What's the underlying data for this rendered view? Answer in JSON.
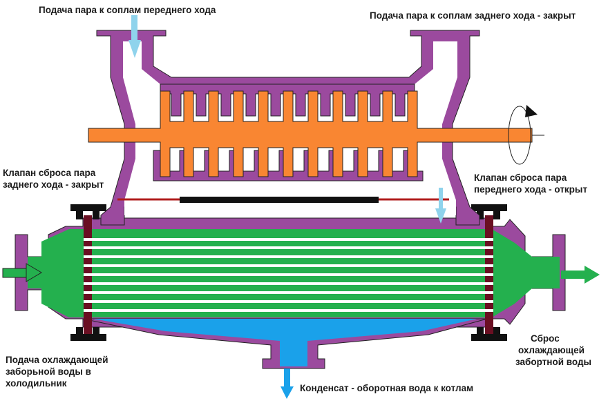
{
  "labels": {
    "front_steam": "Подача пара к соплам переднего хода",
    "rear_steam": "Подача пара к соплам заднего хода - закрыт",
    "rear_valve_line1": "Клапан сброса пара",
    "rear_valve_line2": "заднего хода - закрыт",
    "front_valve_line1": "Клапан сброса пара",
    "front_valve_line2": "переднего хода - открыт",
    "cooling_in_line1": "Подача охлаждающей",
    "cooling_in_line2": "заборьной воды в",
    "cooling_in_line3": "холодильник",
    "discharge_line1": "Сброс",
    "discharge_line2": "охлаждающей",
    "discharge_line3": "забортной воды",
    "condensate": "Конденсат - оборотная вода к котлам"
  },
  "colors": {
    "casing": "#9b4a9e",
    "rotor": "#f98632",
    "water": "#24b04e",
    "condensate": "#1aa1ea",
    "steam_arrow": "#8fd3ec",
    "flange": "#6a0f22",
    "valve_open": "#b01c1c",
    "tube": "#ffffff"
  }
}
